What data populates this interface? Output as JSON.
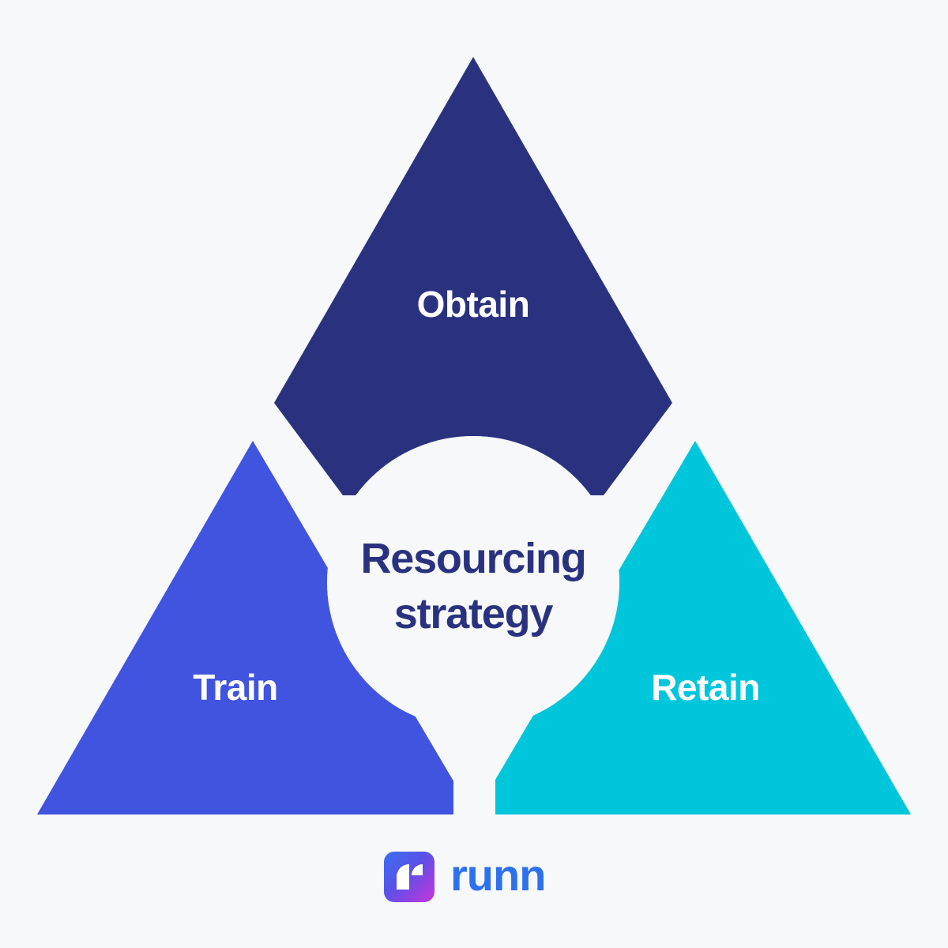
{
  "page": {
    "background_color": "#f6f8fa",
    "title": "Resourcing strategy"
  },
  "diagram": {
    "type": "triangle-segments",
    "center": {
      "line1": "Resourcing",
      "line2": "strategy",
      "text_color": "#2a3280",
      "fill": "#f6f8fa"
    },
    "segments": [
      {
        "id": "obtain",
        "label": "Obtain",
        "position": "top",
        "color": "#2a3280",
        "text_color": "#ffffff"
      },
      {
        "id": "train",
        "label": "Train",
        "position": "bottom-left",
        "color": "#4054e0",
        "text_color": "#ffffff"
      },
      {
        "id": "retain",
        "label": "Retain",
        "position": "bottom-right",
        "color": "#00c6dc",
        "text_color": "#ffffff"
      }
    ]
  },
  "brand": {
    "wordmark": "runn",
    "wordmark_color": "#2e71ee",
    "mark_gradient_from": "#3a6ef0",
    "mark_gradient_to": "#c93ad4"
  }
}
